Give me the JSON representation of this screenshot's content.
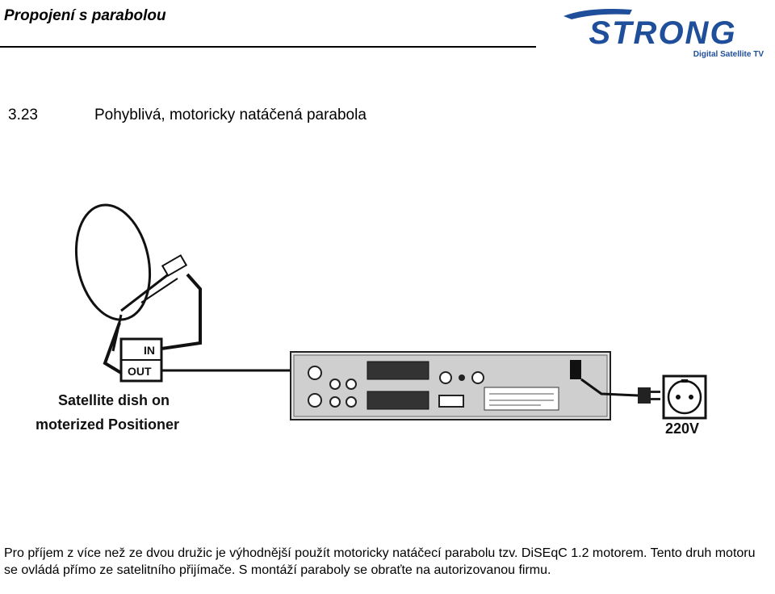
{
  "header": {
    "title": "Propojení s parabolou",
    "logo_text": "STRONG",
    "logo_tagline": "Digital Satellite TV",
    "logo_color": "#1f4e9a"
  },
  "section": {
    "number": "3.23",
    "title": "Pohyblivá, motoricky natáčená parabola"
  },
  "diagram": {
    "lnb_in_label": "IN",
    "lnb_out_label": "OUT",
    "dish_caption_line1": "Satellite dish on",
    "dish_caption_line2": "moterized Positioner",
    "power_label": "220V"
  },
  "body": {
    "paragraph": "Pro příjem z více než ze dvou družic je výhodnější použít motoricky natáčecí parabolu tzv. DiSEqC 1.2 motorem. Tento druh motoru se ovládá přímo ze satelitního přijímače. S montáží paraboly se obraťte na autorizovanou firmu."
  }
}
